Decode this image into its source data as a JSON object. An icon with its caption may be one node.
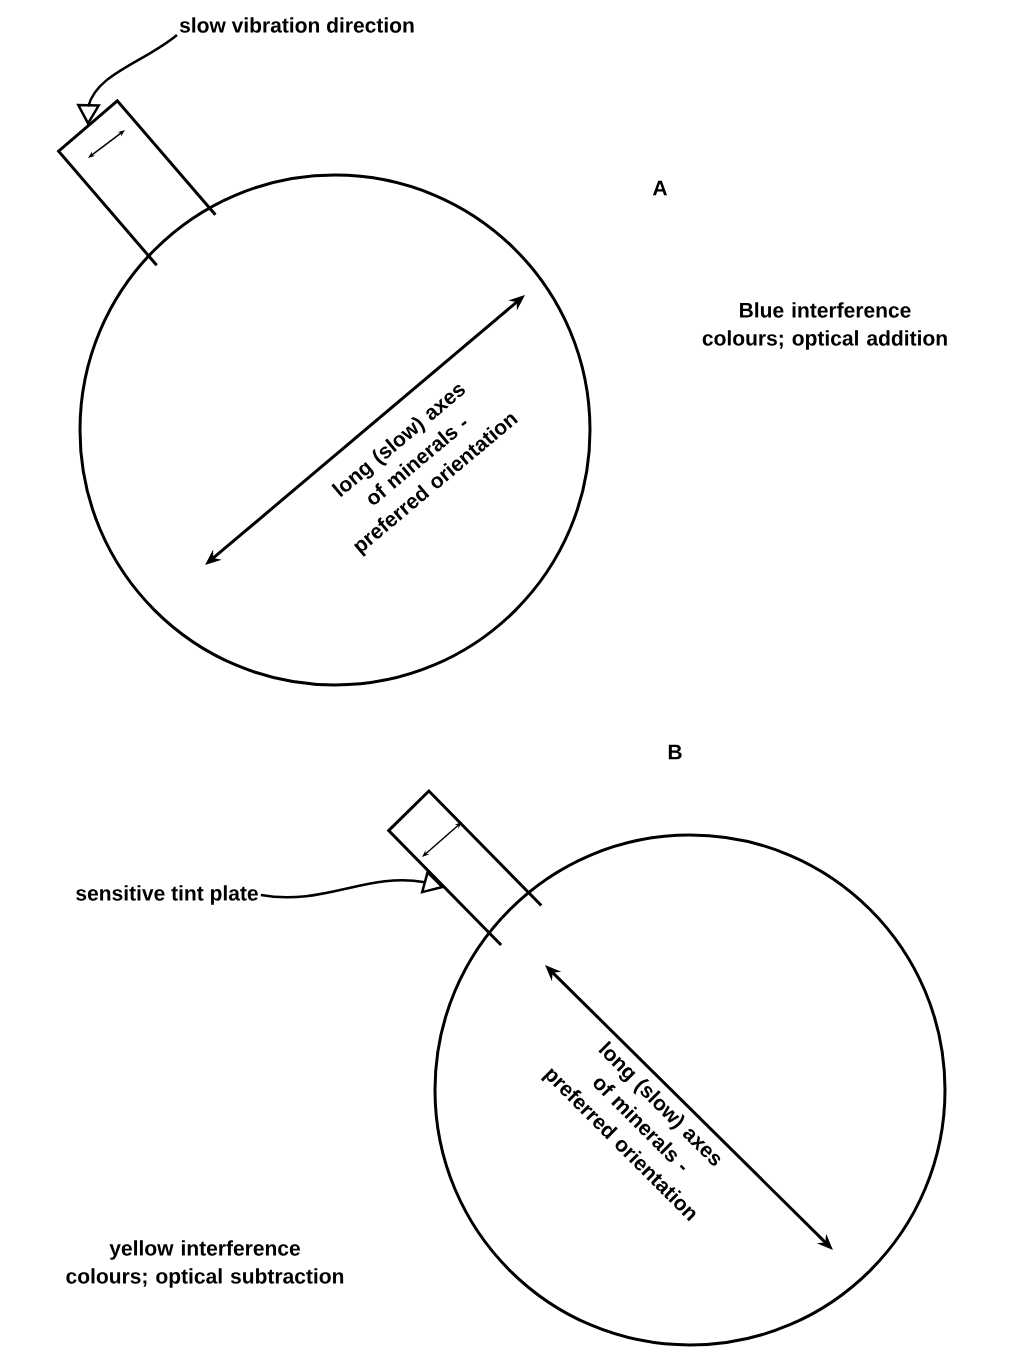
{
  "diagram": {
    "nodes": [
      {
        "text": [
          "long (slow) axes of minerals - preferred orientation"
        ]
      },
      {
        "text": [],
        "shape": "box"
      },
      {
        "text": [
          "slow vibration direction"
        ]
      },
      {
        "text": [
          "long (slow) axes of minerals - preferred orientation"
        ]
      },
      {
        "text": [],
        "shape": "box"
      },
      {
        "text": [
          "sensitive tint plate"
        ]
      }
    ],
    "edges": [
      {
        "from": 2,
        "to": 1,
        "arrow": "to"
      },
      {
        "from": 5,
        "to": 4,
        "arrow": "to"
      }
    ],
    "labels": [
      "A",
      "Blue interference colours; optical addition",
      "B",
      "yellow interference colours; optical subtraction"
    ]
  }
}
